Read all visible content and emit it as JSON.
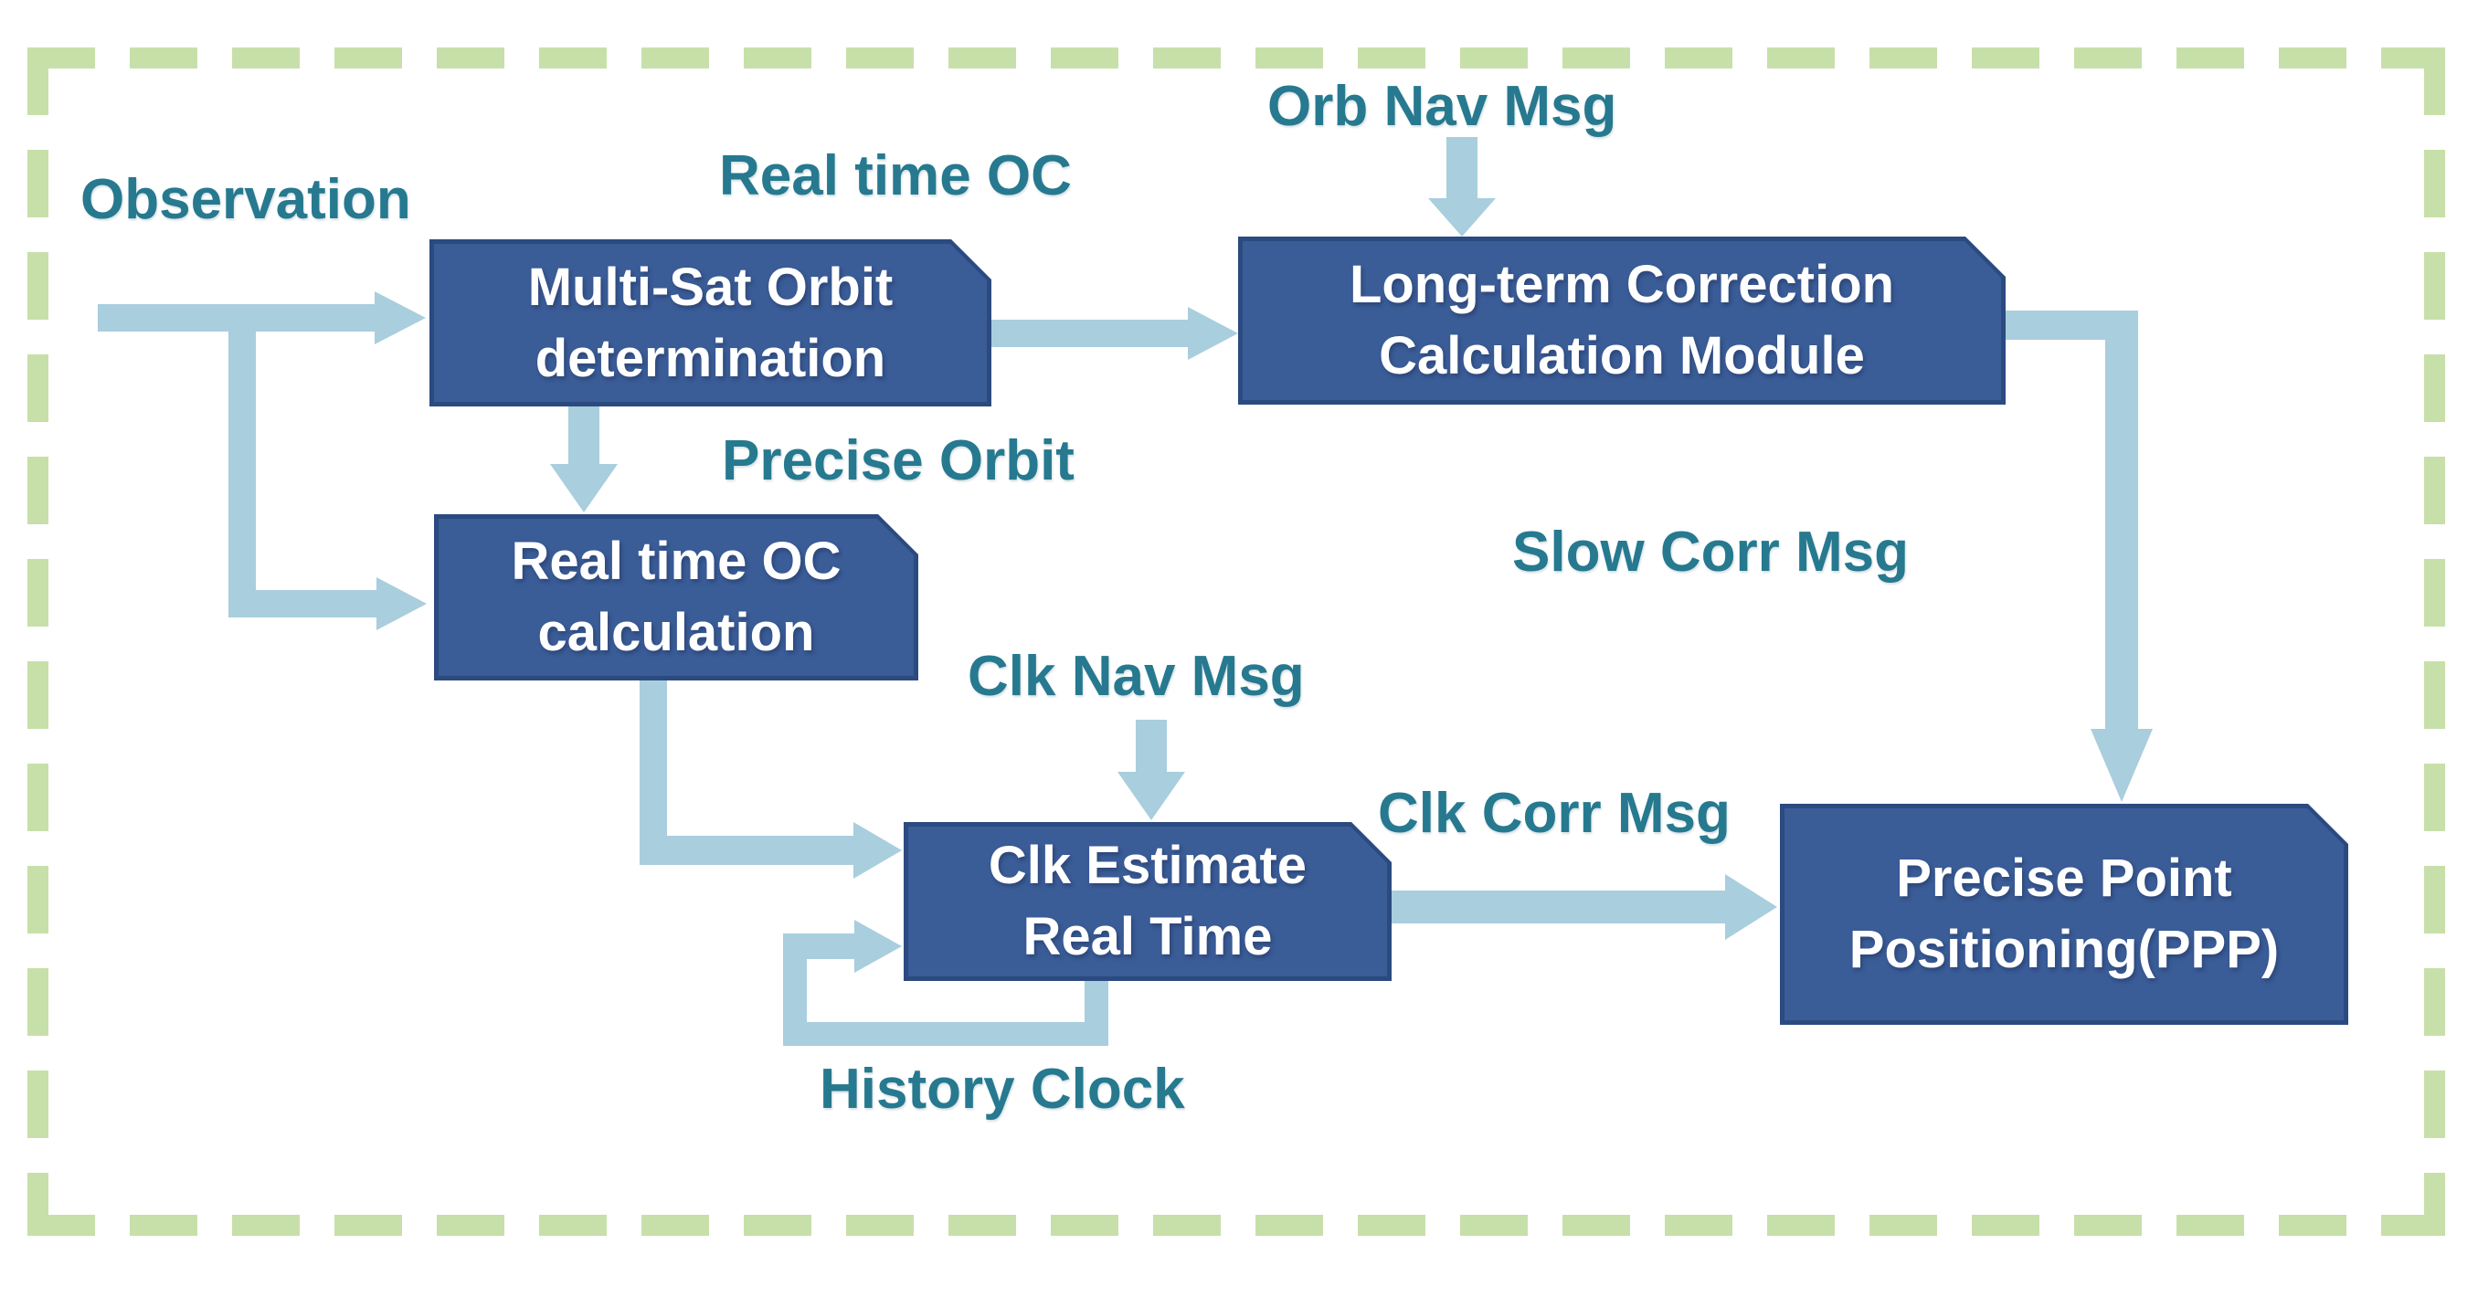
{
  "diagram": {
    "type": "flowchart",
    "nodes": {
      "multi_sat": {
        "line1": "Multi-Sat Orbit",
        "line2": "determination"
      },
      "long_term": {
        "line1": "Long-term Correction",
        "line2": "Calculation Module"
      },
      "rt_oc_calc": {
        "line1": "Real time OC",
        "line2": "calculation"
      },
      "clk_estimate": {
        "line1": "Clk Estimate",
        "line2": "Real Time"
      },
      "ppp": {
        "line1": "Precise Point",
        "line2": "Positioning(PPP)"
      }
    },
    "labels": {
      "observation": {
        "text": "Observation"
      },
      "real_time_oc": {
        "text": "Real time OC"
      },
      "orb_nav_msg": {
        "text": "Orb Nav Msg"
      },
      "precise_orbit": {
        "text": "Precise Orbit"
      },
      "slow_corr_msg": {
        "text": "Slow Corr Msg"
      },
      "clk_nav_msg": {
        "text": "Clk Nav Msg"
      },
      "clk_corr_msg": {
        "text": "Clk Corr Msg"
      },
      "history_clock": {
        "text": "History Clock"
      }
    },
    "edges": [
      {
        "from": "Observation",
        "to": "Multi-Sat Orbit determination"
      },
      {
        "from": "Observation",
        "to": "Real time OC calculation"
      },
      {
        "from": "Multi-Sat Orbit determination",
        "to": "Long-term Correction Calculation Module",
        "label": "Real time OC"
      },
      {
        "from": "Orb Nav Msg",
        "to": "Long-term Correction Calculation Module"
      },
      {
        "from": "Multi-Sat Orbit determination",
        "to": "Real time OC calculation",
        "label": "Precise Orbit"
      },
      {
        "from": "Real time OC calculation",
        "to": "Clk Estimate Real Time"
      },
      {
        "from": "Clk Nav Msg",
        "to": "Clk Estimate Real Time"
      },
      {
        "from": "Clk Estimate Real Time",
        "to": "Clk Estimate Real Time",
        "label": "History Clock"
      },
      {
        "from": "Clk Estimate Real Time",
        "to": "Precise Point Positioning(PPP)",
        "label": "Clk Corr Msg"
      },
      {
        "from": "Long-term Correction Calculation Module",
        "to": "Precise Point Positioning(PPP)",
        "label": "Slow Corr Msg"
      }
    ],
    "colors": {
      "node_fill": "#3a5c97",
      "node_border": "#2b4a80",
      "node_text": "#ffffff",
      "arrow": "#a9cedd",
      "label_text": "#26798f",
      "border_dash": "#c7e0a9",
      "background": "#ffffff"
    }
  }
}
